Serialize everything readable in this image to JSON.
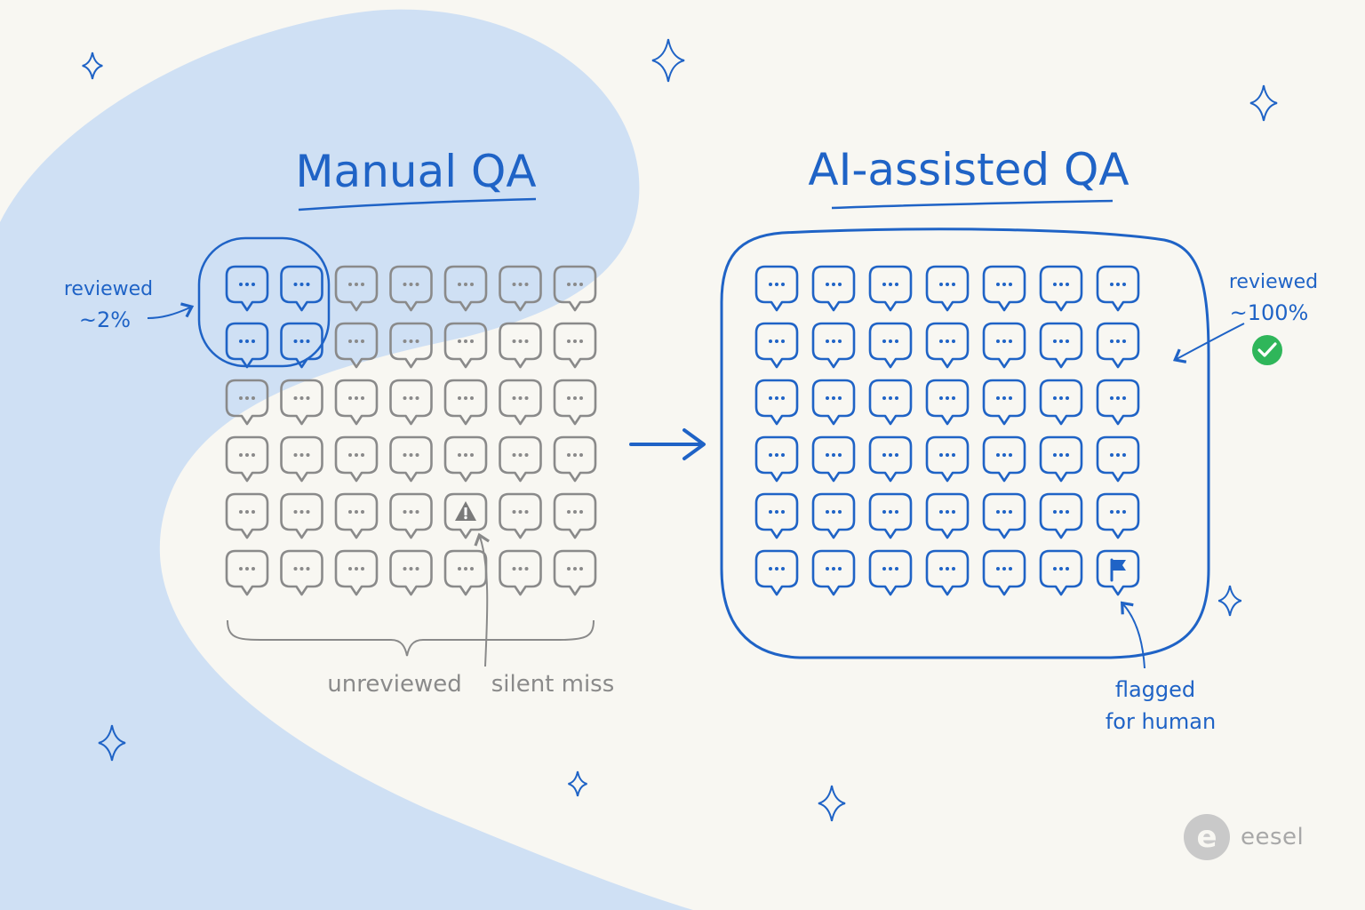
{
  "colors": {
    "background": "#f8f7f2",
    "blob": "#cfe0f4",
    "accent_blue": "#1f63c6",
    "neutral_gray": "#8a8a8a",
    "check_green": "#2fb65a"
  },
  "manual": {
    "title": "Manual QA",
    "reviewed_line1": "reviewed",
    "reviewed_line2": "~2%",
    "unreviewed_label": "unreviewed",
    "silent_miss_label": "silent miss",
    "grid_rows": 6,
    "grid_cols": 7,
    "reviewed_count": 4,
    "warning_icon": "warning-triangle-icon"
  },
  "ai": {
    "title": "AI-assisted QA",
    "reviewed_line1": "reviewed",
    "reviewed_line2": "~100%",
    "flagged_line1": "flagged",
    "flagged_line2": "for human",
    "grid_rows": 6,
    "grid_cols": 7,
    "check_icon": "check-circle-icon",
    "flag_icon": "flag-icon"
  },
  "brand": {
    "logo_letter": "e",
    "name": "eesel"
  }
}
